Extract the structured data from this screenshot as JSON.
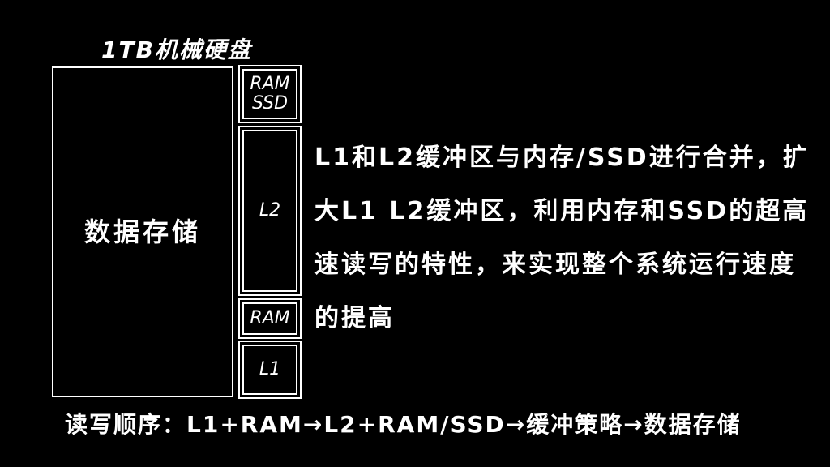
{
  "diagram": {
    "title": "1TB机械硬盘",
    "storage_label": "数据存储",
    "stack": {
      "ram_ssd": "RAM\nSSD",
      "l2": "L2",
      "ram": "RAM",
      "l1": "L1"
    },
    "description": "L1和L2缓冲区与内存/SSD进行合并，扩大L1 L2缓冲区，利用内存和SSD的超高速读写的特性，来实现整个系统运行速度的提高",
    "read_write_order": "读写顺序：L1+RAM→L2+RAM/SSD→缓冲策略→数据存储"
  }
}
